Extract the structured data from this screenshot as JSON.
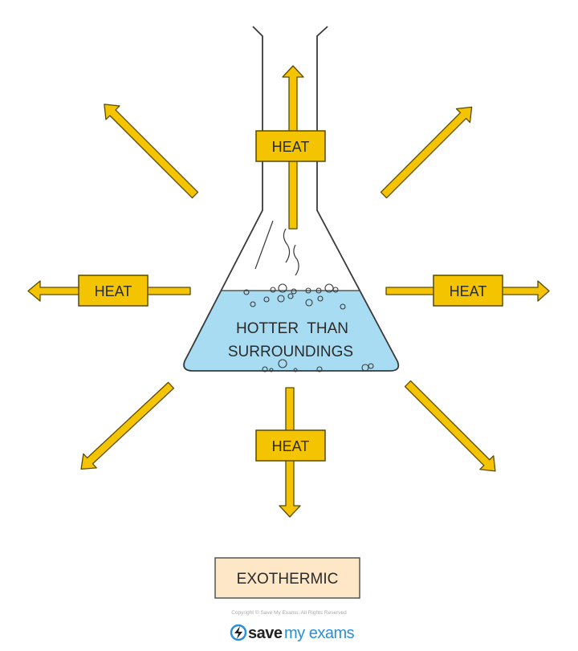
{
  "diagram": {
    "heat_label": "HEAT",
    "liquid_label_line1": "HOTTER  THAN",
    "liquid_label_line2": "SURROUNDINGS",
    "caption": "EXOTHERMIC",
    "copyright": "Copyright © Save My Exams. All Rights Reserved",
    "logo_text": "save my exams"
  },
  "colors": {
    "arrow": "#f5c400",
    "outline": "#3a3a3a",
    "liquid": "#a8dcf2",
    "caption_box": "#fde7c7",
    "logo": "#2a8fd6"
  }
}
